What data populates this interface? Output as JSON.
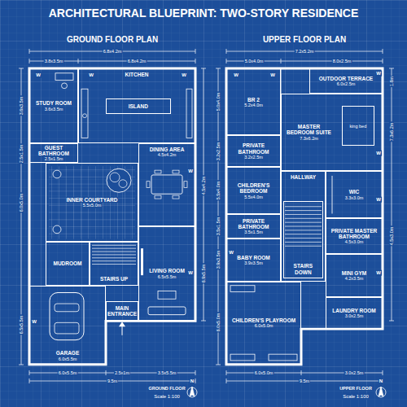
{
  "diagram": {
    "title": "ARCHITECTURAL BLUEPRINT: TWO-STORY RESIDENCE",
    "nodes": [
      {
        "text": [
          "STUDY ROOM",
          "3.6x3.5m"
        ]
      },
      {
        "text": [
          "KITCHEN"
        ]
      },
      {
        "text": [
          "ISLAND"
        ],
        "in": 1
      },
      {
        "text": [
          "GUEST BATHROOM",
          "2.5x1.5m"
        ]
      },
      {
        "text": [
          "INNER COURTYARD",
          "5.5x5.0m"
        ]
      },
      {
        "text": [
          "DINING AREA",
          "4.5x4.2m"
        ]
      },
      {
        "text": [
          "STAIRS UP"
        ]
      },
      {
        "text": [
          "MUDROOM"
        ]
      },
      {
        "text": [
          "LIVING ROOM",
          "6.5x5.5m"
        ]
      },
      {
        "text": [
          "GARAGE",
          "6.0x5.5m"
        ]
      },
      {
        "text": [
          "MAIN ENTRANCE"
        ]
      },
      {
        "text": [
          "OUTDOOR TERRACE",
          "6.0x2.5m"
        ]
      },
      {
        "text": [
          "BR 2",
          "5.2x4.0m"
        ]
      },
      {
        "text": [
          "MASTER BEDROOM SUITE",
          "7.3x6.2m"
        ]
      },
      {
        "text": [
          "king bed"
        ],
        "in": 13
      },
      {
        "text": [
          "PRIVATE BATHROOM",
          "3.2x2.5m"
        ]
      },
      {
        "text": [
          "CHILDREN'S BEDROOM",
          "5.5x4.0m"
        ]
      },
      {
        "text": [
          "WIC",
          "3.3x3.0m"
        ]
      },
      {
        "text": [
          "PRIVATE BATHROOM",
          "3.5x1.5m"
        ]
      },
      {
        "text": [
          "HALLWAY"
        ]
      },
      {
        "text": [
          "PRIVATE MASTER BATHROOM",
          "4.5x3.0m"
        ]
      },
      {
        "text": [
          "STAIRS DOWN"
        ],
        "in": 19
      },
      {
        "text": [
          "BABY ROOM",
          "3.9x3.5m"
        ]
      },
      {
        "text": [
          "MINI GYM",
          "4.2x3.5m"
        ]
      },
      {
        "text": [
          "CHILDREN'S PLAYROOM",
          "6.0x5.0m"
        ]
      },
      {
        "text": [
          "LAUNDRY ROOM",
          "3.0x2.5m"
        ]
      }
    ],
    "labels": [
      "GROUND FLOOR PLAN",
      "UPPER FLOOR PLAN",
      "6.8x4.2m",
      "3.8x3.5m",
      "6.8x4.2m",
      "3.6x3.5m",
      "2.5x1.5m",
      "6.0x5.0m",
      "6.5x5.5m",
      "4.5x4.2m",
      "6.9x5.5m",
      "6.0x5.5m",
      "2.5x1m",
      "3.5x5.5m",
      "9.5m",
      "7.2x5.2m",
      "5.0x4.0m",
      "8.0x2.5m",
      "5.0x4.0m",
      "3.2x2.5m",
      "5.5x4.0m",
      "3.5x1.5m",
      "3.9x3.5m",
      "6.0x5.0m",
      "1.8m",
      "7.3x6.2m",
      "4.5x3.0m",
      "6.0x5.0m",
      "3.0x2.5m",
      "9.5m",
      "W",
      "W",
      "W",
      "W",
      "W",
      "W",
      "W",
      "W",
      "W",
      "W",
      "W",
      "W",
      "W",
      "GROUND FLOOR",
      "Scale 1:100",
      "N",
      "UPPER FLOOR",
      "Scale 1:100",
      "N"
    ]
  }
}
